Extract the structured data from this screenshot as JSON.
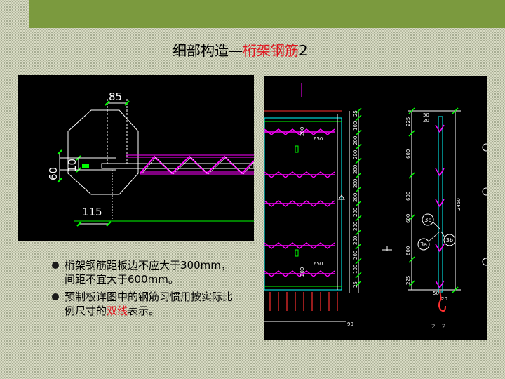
{
  "title": {
    "prefix": "细部构造—",
    "highlight": "桁架钢筋",
    "suffix": "2"
  },
  "colors": {
    "top_bar": "#7b9a3e",
    "highlight": "#e0141e",
    "cad_bg": "#000000",
    "cad_magenta": "#ff00ff",
    "cad_green": "#00ff00",
    "cad_white": "#ffffff"
  },
  "left_drawing": {
    "dim_85": "85",
    "dim_60": "60",
    "dim_10": "10",
    "dim_115": "115"
  },
  "right_drawing": {
    "col_dims": [
      "25",
      "100",
      "200",
      "200",
      "200",
      "200",
      "200",
      "200",
      "200",
      "200",
      "200",
      "100",
      "25"
    ],
    "dim_650_top": "650",
    "dim_650_bottom": "650",
    "dim_200_a": "200",
    "dim_200_b": "200",
    "dim_90": "90",
    "section_dims": [
      "225",
      "600",
      "600",
      "600",
      "600",
      "225"
    ],
    "dim_2450": "2450",
    "marker_3c": "3c",
    "marker_3a": "3a",
    "marker_3b": "3b",
    "section_label": "2－2",
    "small_nums": [
      "50",
      "20",
      "50",
      "20"
    ]
  },
  "bullets": [
    {
      "text": "桁架钢筋距板边不应大于300mm，间距不宜大于600mm。"
    },
    {
      "before": "预制板详图中的钢筋习惯用按实际比例尺寸的",
      "highlight": "双线",
      "after": "表示。"
    }
  ]
}
